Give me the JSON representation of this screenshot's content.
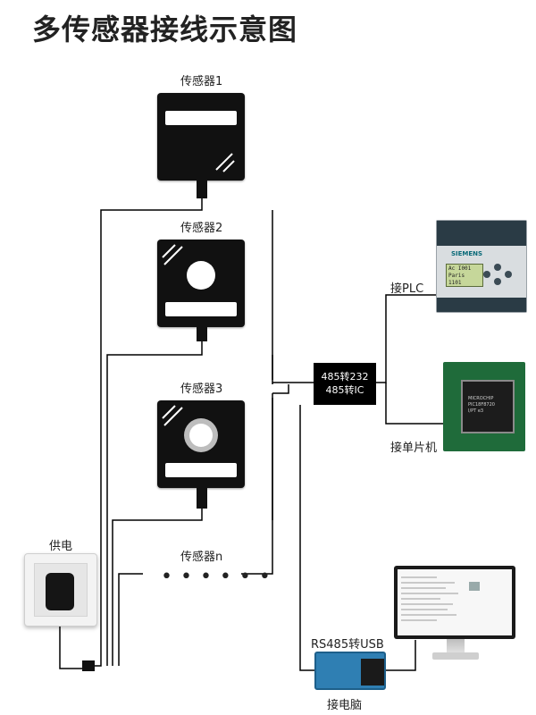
{
  "title": "多传感器接线示意图",
  "sensors": [
    {
      "label": "传感器1"
    },
    {
      "label": "传感器2"
    },
    {
      "label": "传感器3"
    },
    {
      "label": "传感器n"
    }
  ],
  "power": {
    "label": "供电"
  },
  "converter": {
    "line1": "485转232",
    "line2": "485转IC"
  },
  "targets": {
    "plc": "接PLC",
    "mcu": "接单片机",
    "pc": "接电脑"
  },
  "usb_converter": {
    "label": "RS485转USB"
  },
  "plc_device": {
    "brand": "SIEMENS",
    "screen_line1": "Ac I001",
    "screen_line2": "Paris 1101"
  },
  "mcu_device": {
    "chip_line1": "MICROCHIP",
    "chip_line2": "PIC18F8720",
    "chip_line3": "I/PT e3"
  },
  "colors": {
    "sensor_body": "#111111",
    "wire": "#000000",
    "converter_bg": "#000000",
    "background": "#ffffff"
  }
}
